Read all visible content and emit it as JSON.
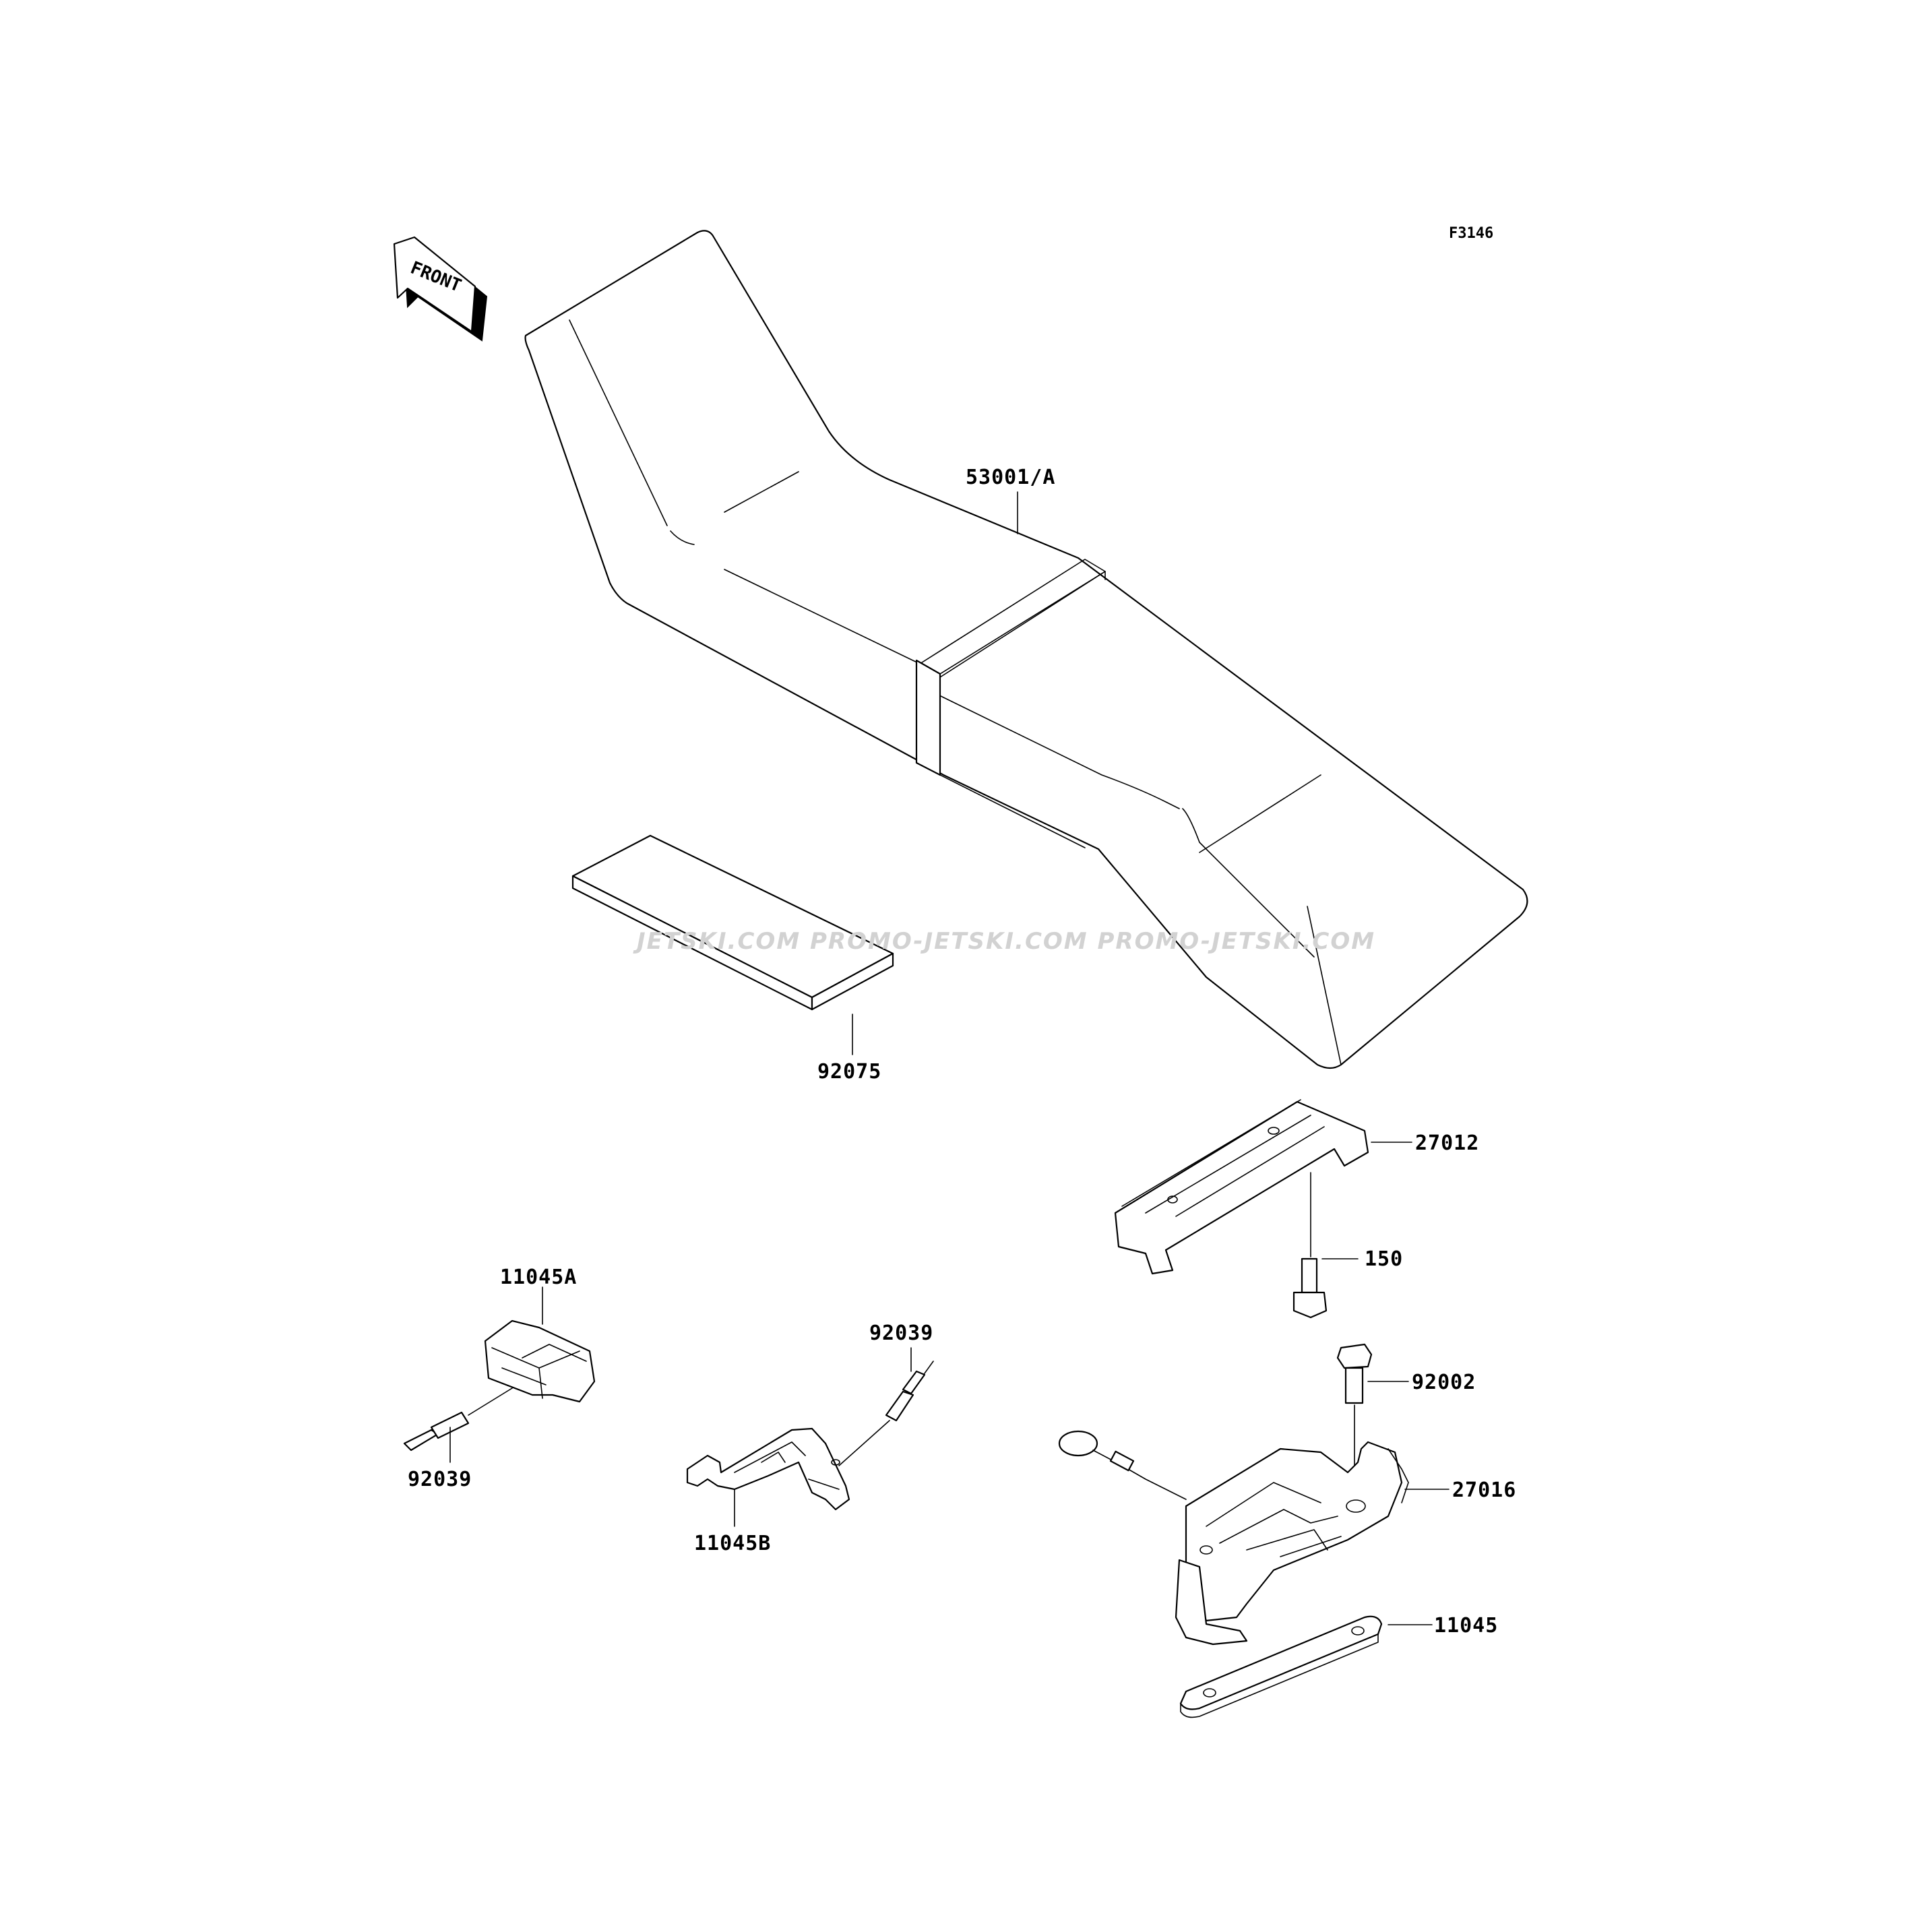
{
  "diagram_code": "F3146",
  "front_marker": "FRONT",
  "watermark": "JETSKI.COM  PROMO-JETSKI.COM  PROMO-JETSKI.COM",
  "parts": {
    "seat": "53001/A",
    "pad": "92075",
    "bracket_27012": "27012",
    "bolt_150": "150",
    "bolt_92002": "92002",
    "latch_27016": "27016",
    "plate_11045": "11045",
    "block_11045A": "11045A",
    "pin_92039_left": "92039",
    "bracket_11045B": "11045B",
    "pin_92039_right": "92039"
  }
}
